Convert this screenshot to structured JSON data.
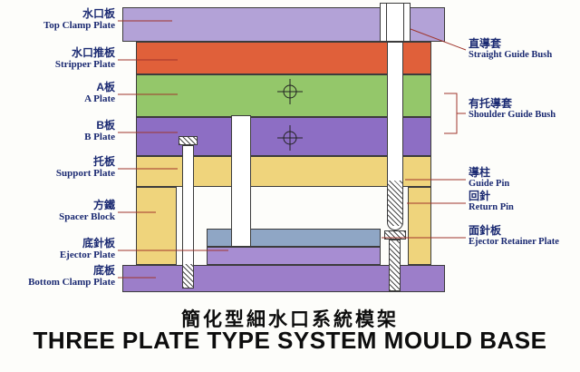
{
  "title": {
    "zh": "簡化型細水口系統模架",
    "en": "THREE PLATE TYPE SYSTEM MOULD BASE"
  },
  "left_labels": [
    {
      "zh": "水口板",
      "en": "Top Clamp Plate"
    },
    {
      "zh": "水口推板",
      "en": "Stripper Plate"
    },
    {
      "zh": "A板",
      "en": "A Plate"
    },
    {
      "zh": "B板",
      "en": "B Plate"
    },
    {
      "zh": "托板",
      "en": "Support Plate"
    },
    {
      "zh": "方鐵",
      "en": "Spacer Block"
    },
    {
      "zh": "底針板",
      "en": "Ejector Plate"
    },
    {
      "zh": "底板",
      "en": "Bottom Clamp Plate"
    }
  ],
  "right_labels": [
    {
      "zh": "直導套",
      "en": "Straight Guide Bush"
    },
    {
      "zh": "有托導套",
      "en": "Shoulder Guide Bush"
    },
    {
      "zh": "導柱",
      "en": "Guide Pin"
    },
    {
      "zh": "回針",
      "en": "Return Pin"
    },
    {
      "zh": "面針板",
      "en": "Ejector Retainer Plate"
    }
  ],
  "colors": {
    "top_clamp_plate": "#b3a2d7",
    "stripper_plate": "#e0603a",
    "a_plate": "#94c76a",
    "b_plate": "#8d6ec4",
    "support_plate": "#efd47c",
    "spacer_block": "#efd47c",
    "ejector_retainer_plate": "#8fa6c5",
    "ejector_plate": "#a78dd2",
    "bottom_clamp_plate": "#9c7ec9",
    "label_text": "#1b2a72",
    "leader_line": "#a0352c"
  }
}
